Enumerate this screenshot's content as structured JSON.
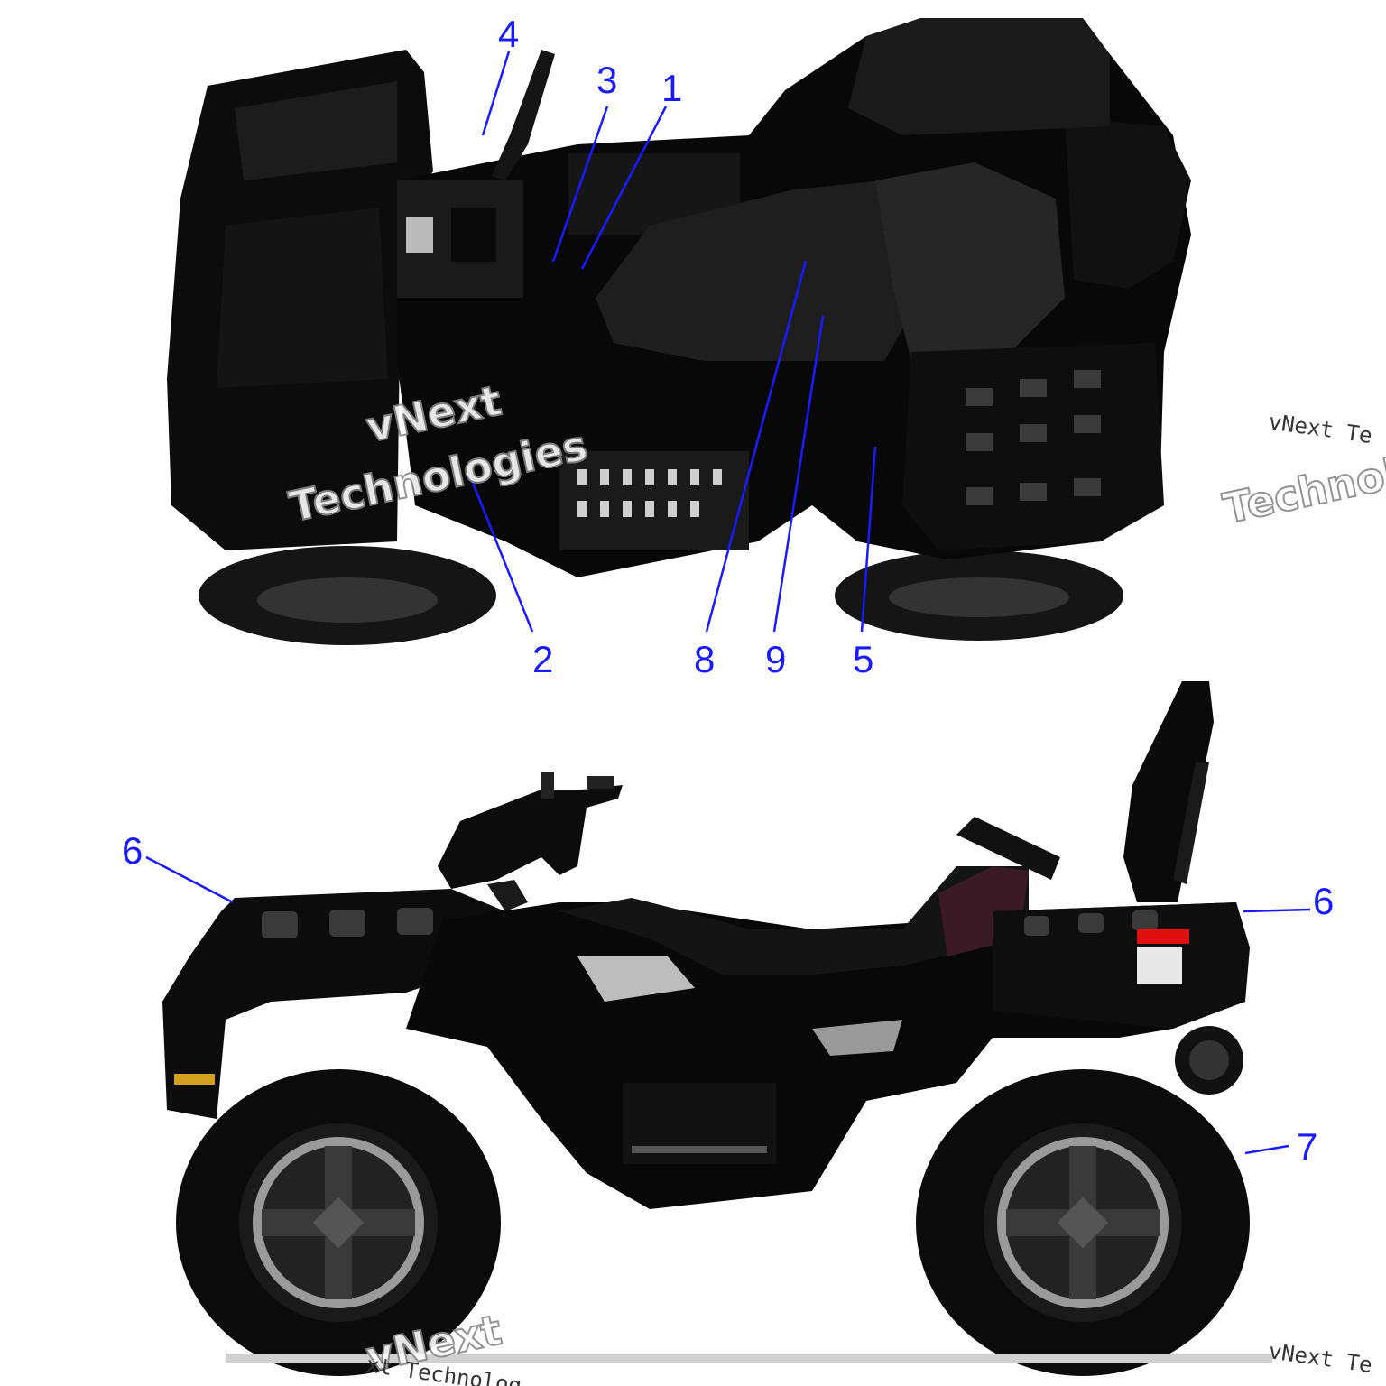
{
  "diagram": {
    "top_view_callouts": [
      {
        "id": "callout-1",
        "label": "1"
      },
      {
        "id": "callout-2",
        "label": "2"
      },
      {
        "id": "callout-3",
        "label": "3"
      },
      {
        "id": "callout-4",
        "label": "4"
      },
      {
        "id": "callout-5",
        "label": "5"
      },
      {
        "id": "callout-8",
        "label": "8"
      },
      {
        "id": "callout-9",
        "label": "9"
      }
    ],
    "side_view_callouts": [
      {
        "id": "callout-6-front",
        "label": "6"
      },
      {
        "id": "callout-6-rear",
        "label": "6"
      },
      {
        "id": "callout-7",
        "label": "7"
      }
    ],
    "colors": {
      "callout": "#1a1aff",
      "body": "#0a0a0a",
      "tail_light": "#e01010",
      "reflector": "#d4a020"
    }
  },
  "watermark": {
    "brand_line1": "vNext",
    "brand_line2": "Technologies",
    "small_text": "vNext Te",
    "small_text_bottom": "vNext Te",
    "small_text_bottom_left": "xt Technolog"
  }
}
